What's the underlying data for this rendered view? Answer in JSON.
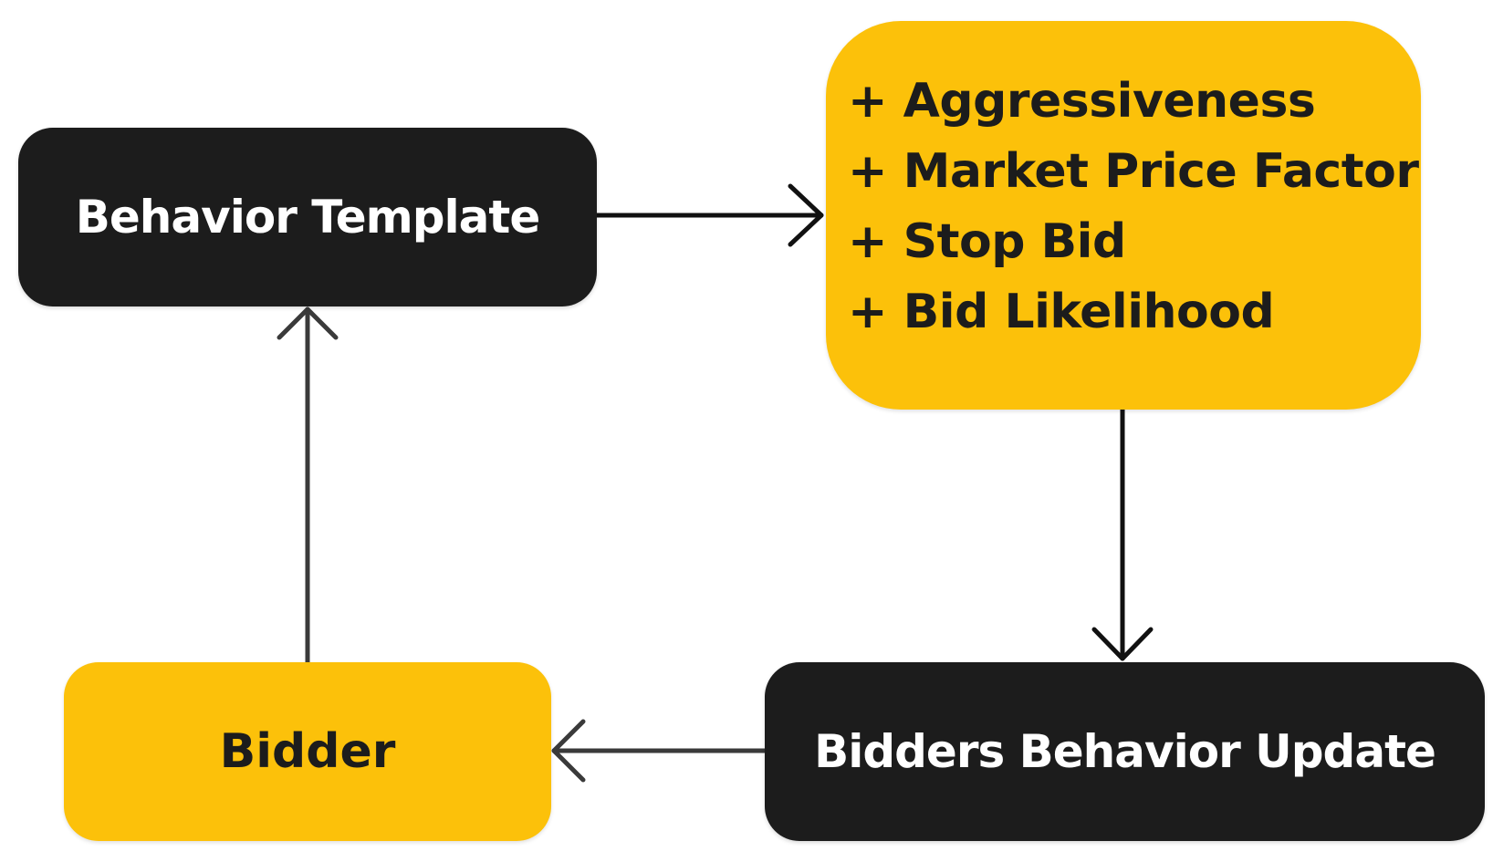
{
  "diagram": {
    "nodes": {
      "behavior_template": {
        "label": "Behavior Template",
        "color": "#1c1c1c"
      },
      "attributes": {
        "lines": [
          "+ Aggressiveness",
          "+ Market Price Factor",
          "+ Stop Bid",
          "+ Bid Likelihood"
        ],
        "color": "#fcc10a"
      },
      "bidders_behavior_update": {
        "label": "Bidders Behavior Update",
        "color": "#1c1c1c"
      },
      "bidder": {
        "label": "Bidder",
        "color": "#fcc10a"
      }
    },
    "edges": [
      {
        "from": "behavior_template",
        "to": "attributes"
      },
      {
        "from": "attributes",
        "to": "bidders_behavior_update"
      },
      {
        "from": "bidders_behavior_update",
        "to": "bidder"
      },
      {
        "from": "bidder",
        "to": "behavior_template"
      }
    ]
  }
}
